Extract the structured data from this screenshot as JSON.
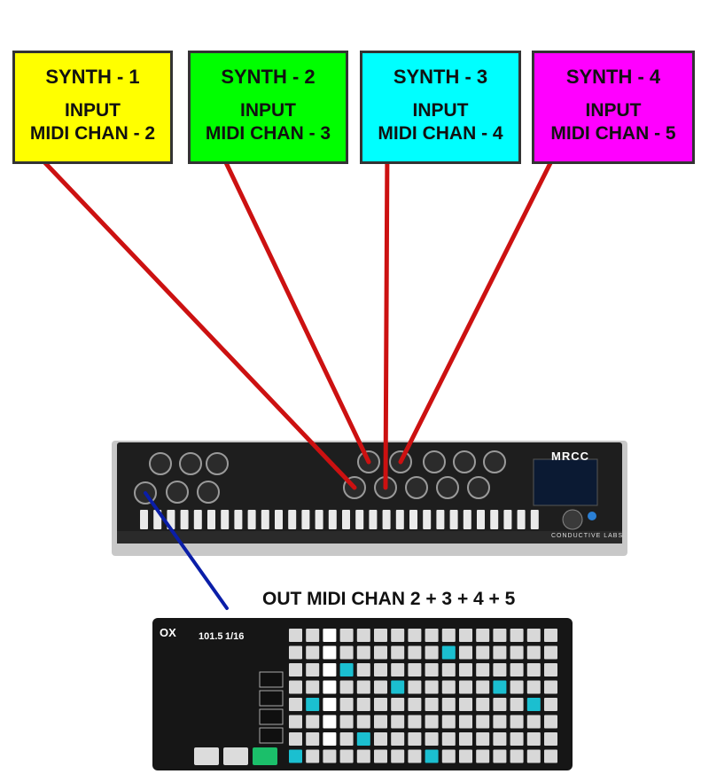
{
  "synths": [
    {
      "title": "SYNTH - 1",
      "line1": "INPUT",
      "line2": "MIDI CHAN - 2",
      "color": "#ffff00"
    },
    {
      "title": "SYNTH - 2",
      "line1": "INPUT",
      "line2": "MIDI CHAN - 3",
      "color": "#00ff00"
    },
    {
      "title": "SYNTH - 3",
      "line1": "INPUT",
      "line2": "MIDI CHAN - 4",
      "color": "#00ffff"
    },
    {
      "title": "SYNTH - 4",
      "line1": "INPUT",
      "line2": "MIDI CHAN - 5",
      "color": "#ff00ff"
    }
  ],
  "controller_label": "OUT MIDI CHAN 2 + 3 + 4 + 5",
  "mrcc": {
    "logo": "MRCC",
    "brand": "CONDUCTIVE LABS"
  },
  "ox": {
    "logo": "OX",
    "bpm": "101.5",
    "division": "1/16"
  },
  "colors": {
    "cable_out": "#cc1111",
    "cable_in": "#0a1ea8",
    "device": "#1e1e1e",
    "pad": "#d8d8d8",
    "pad_active": "#1bbfd0"
  }
}
